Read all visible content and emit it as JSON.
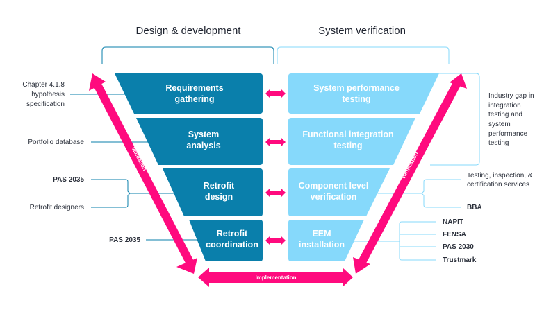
{
  "colors": {
    "dark_box": "#0a7fab",
    "light_box": "#86d9fb",
    "accent": "#ff0a7e",
    "dark_line": "#0a7fab",
    "light_line": "#86d9fb"
  },
  "headers": {
    "left": "Design & development",
    "right": "System verification"
  },
  "left_boxes": [
    {
      "line1": "Requirements",
      "line2": "gathering"
    },
    {
      "line1": "System",
      "line2": "analysis"
    },
    {
      "line1": "Retrofit",
      "line2": "design"
    },
    {
      "line1": "Retrofit",
      "line2": "coordination"
    }
  ],
  "right_boxes": [
    {
      "line1": "System performance",
      "line2": "testing"
    },
    {
      "line1": "Functional integration",
      "line2": "testing"
    },
    {
      "line1": "Component level",
      "line2": "verification"
    },
    {
      "line1": "EEM",
      "line2": "installation"
    }
  ],
  "arrows": {
    "validation": "Validation",
    "verification": "Verification",
    "implementation": "Implementation"
  },
  "left_labels": {
    "chapter": [
      "Chapter 4.1.8",
      "hypothesis",
      "specification"
    ],
    "portfolio": "Portfolio database",
    "pas_a": "PAS 2035",
    "designers": "Retrofit designers",
    "pas_b": "PAS 2035"
  },
  "right_labels": {
    "gap": [
      "Industry gap in",
      "integration",
      "testing and",
      "system",
      "performance",
      "testing"
    ],
    "tic": [
      "Testing, inspection, &",
      "certification services"
    ],
    "bba": "BBA",
    "schemes": [
      "NAPIT",
      "FENSA",
      "PAS 2030",
      "Trustmark"
    ]
  }
}
